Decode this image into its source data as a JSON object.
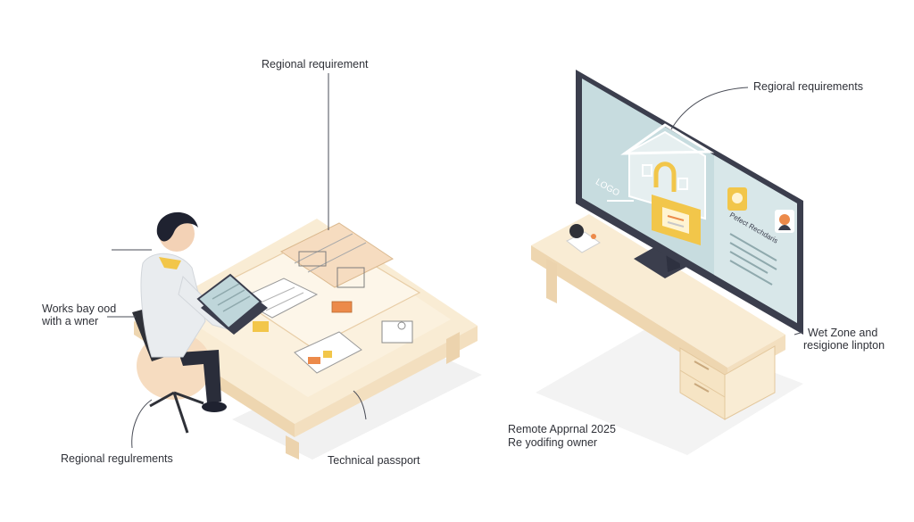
{
  "labels": {
    "top_center": "Regional requirement",
    "top_right": "Regioral requirements",
    "left_line1": "Works bay ood",
    "left_line2": "with a wner",
    "right_line1": "Wet Zone and",
    "right_line2": "resigione linpton",
    "bottom_left": "Regional regulrements",
    "bottom_center": "Technical passport",
    "bottom_right_line1": "Remote Apprnal 2025",
    "bottom_right_line2": "Re yodifing owner"
  },
  "screen": {
    "logo_text": "LOGO",
    "panel_title": "Pefect Rechdaris"
  },
  "colors": {
    "wood": "#f8e8cc",
    "wood_edge": "#ecd3ad",
    "accent_yellow": "#f2c64a",
    "accent_orange": "#ec8a4a",
    "screen_blue": "#c7dcdf",
    "monitor_frame": "#3b3e4d",
    "shirt": "#e9ecef",
    "hair": "#1f2230"
  },
  "icons": [
    "person-icon",
    "laptop-icon",
    "monitor-icon",
    "house-lock-icon",
    "avatar-icon",
    "smart-speaker-icon",
    "floor-plan-icon"
  ]
}
